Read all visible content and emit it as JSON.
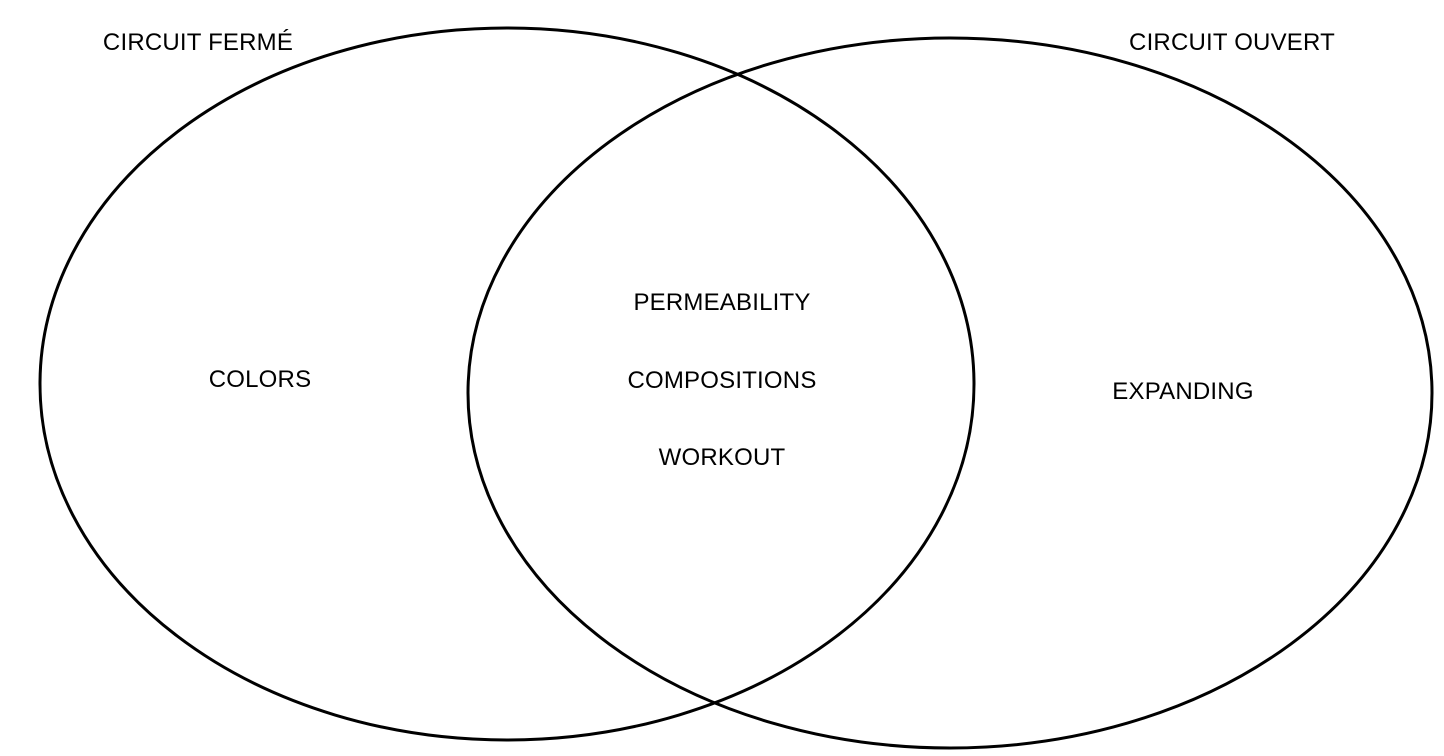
{
  "sets": [
    {
      "title": "CIRCUIT FERMÉ",
      "items": [
        "COLORS"
      ]
    },
    {
      "title": "CIRCUIT OUVERT",
      "items": [
        "EXPANDING"
      ]
    }
  ],
  "intersection": {
    "items": [
      "PERMEABILITY",
      "COMPOSITIONS",
      "WORKOUT"
    ]
  },
  "colors": {
    "stroke": "#000000",
    "background": "#ffffff"
  }
}
